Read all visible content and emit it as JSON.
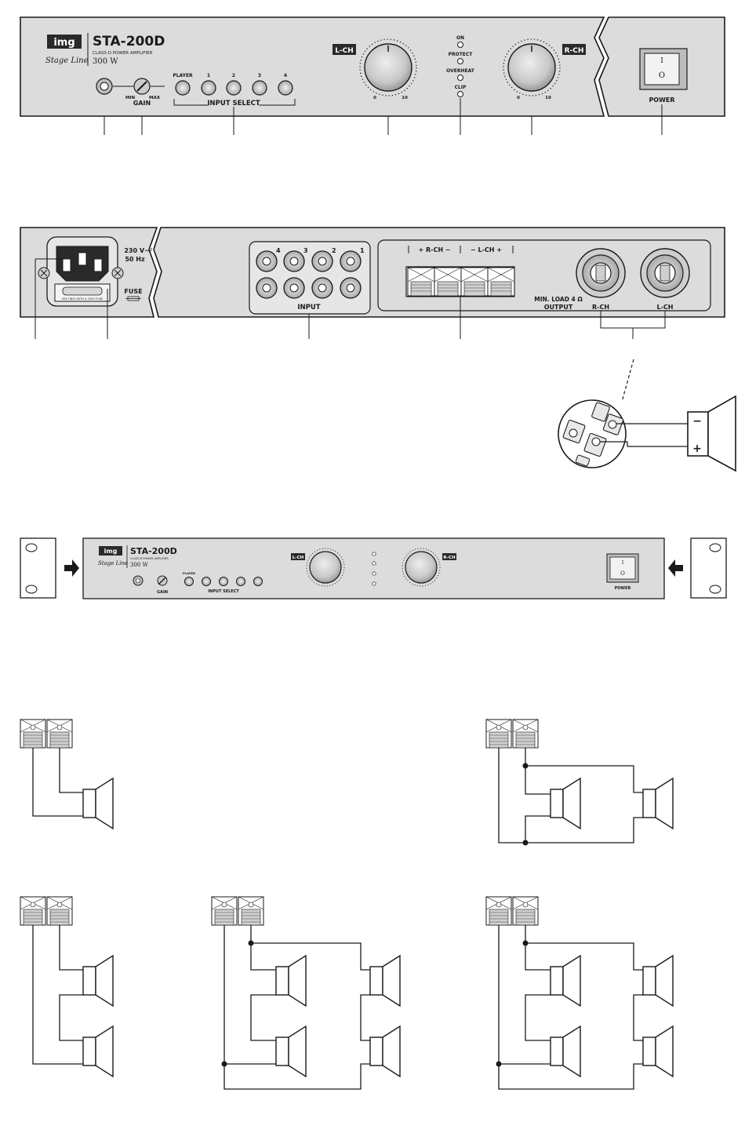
{
  "front_panel": {
    "logo": "img",
    "brand": "Stage Line",
    "model": "STA-200D",
    "subtitle": "CLASS-D  POWER AMPLIFIER",
    "power_rating": "300 W",
    "gain_label": "GAIN",
    "gain_min": "MIN",
    "gain_max": "MAX",
    "input_buttons": [
      "PLAYER",
      "1",
      "2",
      "3",
      "4"
    ],
    "input_select_label": "INPUT SELECT",
    "left_channel_label": "L-CH",
    "right_channel_label": "R-CH",
    "knob_scale_min": "0",
    "knob_scale_max": "10",
    "leds": [
      "ON",
      "PROTECT",
      "OVERHEAT",
      "CLIP"
    ],
    "power_label": "POWER",
    "switch_on_mark": "I",
    "switch_off_mark": "O"
  },
  "rear_panel": {
    "mains_label": "230 V~/",
    "mains_freq": "50 Hz",
    "fuse_label": "FUSE",
    "fuse_note": "USE ONLY WITH A 250V FUSE",
    "input_numbers": [
      "4",
      "3",
      "2",
      "1"
    ],
    "input_label": "INPUT",
    "terminal_header_r": "+ R-CH −",
    "terminal_header_l": "− L-CH +",
    "min_load": "MIN. LOAD 4 Ω",
    "output_label": "OUTPUT",
    "speakon_r": "R-CH",
    "speakon_l": "L-CH"
  },
  "speakon_detail": {
    "minus": "−",
    "plus": "+"
  },
  "colors": {
    "panel": "#dcdcdc",
    "ink": "#1a1a1a",
    "badge": "#2a2a2a"
  }
}
